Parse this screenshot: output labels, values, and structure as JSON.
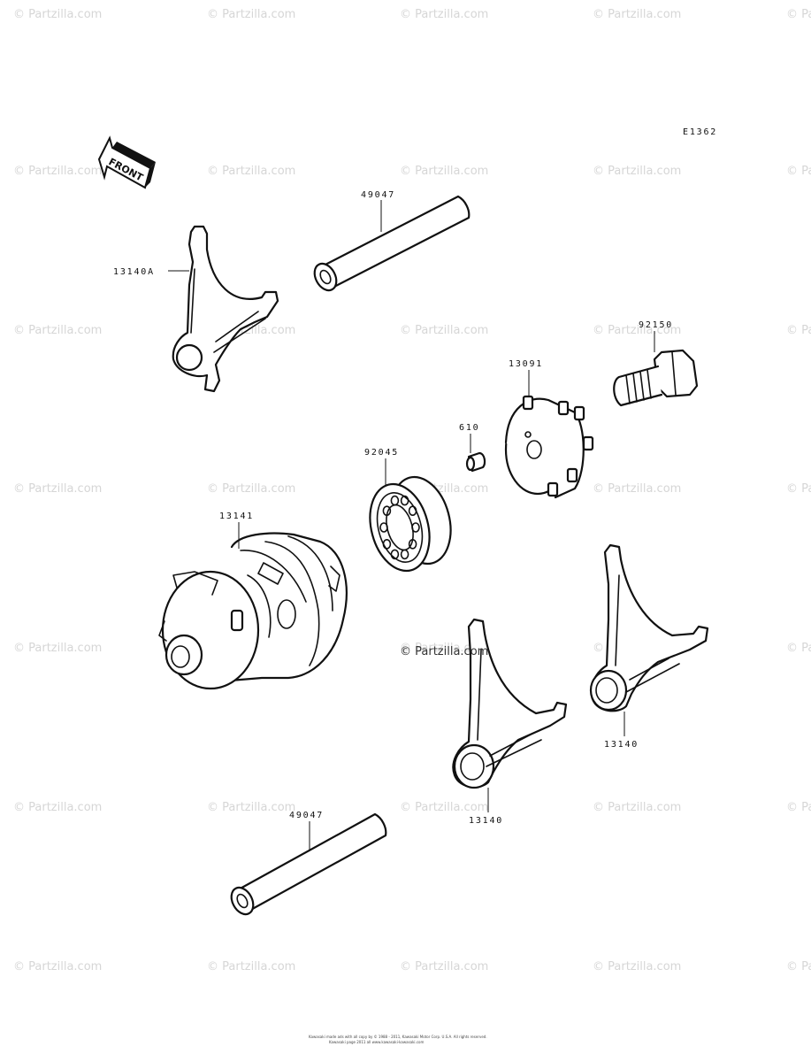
{
  "diagram": {
    "code": "E1362",
    "front_label": "FRONT",
    "watermark": "© Partzilla.com",
    "center_watermark": "© Partzilla.com",
    "copyright_line1": "Kawasaki made ads with all copy by © 1988 - 2011, Kawasaki Motor Corp. U.S.A. All rights reserved.",
    "copyright_line2": "Kawasaki page 2011 all www.kawasaki-kawasaki.com"
  },
  "parts": [
    {
      "id": "p-49047-top",
      "number": "49047"
    },
    {
      "id": "p-13140a",
      "number": "13140A"
    },
    {
      "id": "p-92150",
      "number": "92150"
    },
    {
      "id": "p-13091",
      "number": "13091"
    },
    {
      "id": "p-610",
      "number": "610"
    },
    {
      "id": "p-92045",
      "number": "92045"
    },
    {
      "id": "p-13141",
      "number": "13141"
    },
    {
      "id": "p-13140-right",
      "number": "13140"
    },
    {
      "id": "p-13140-center",
      "number": "13140"
    },
    {
      "id": "p-49047-bottom",
      "number": "49047"
    }
  ]
}
